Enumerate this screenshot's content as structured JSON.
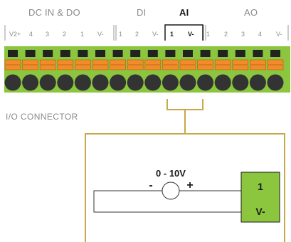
{
  "header": {
    "groups": [
      {
        "label": "DC IN & DO",
        "active": false
      },
      {
        "label": "DI",
        "active": false
      },
      {
        "label": "AI",
        "active": true
      },
      {
        "label": "AO",
        "active": false
      }
    ],
    "pins": [
      {
        "label": "V2+",
        "active": false
      },
      {
        "label": "4",
        "active": false
      },
      {
        "label": "3",
        "active": false
      },
      {
        "label": "2",
        "active": false
      },
      {
        "label": "1",
        "active": false
      },
      {
        "label": "V-",
        "active": false
      },
      {
        "label": "1",
        "active": false
      },
      {
        "label": "2",
        "active": false
      },
      {
        "label": "V-",
        "active": false
      },
      {
        "label": "1",
        "active": true
      },
      {
        "label": "V-",
        "active": true
      },
      {
        "label": "1",
        "active": false
      },
      {
        "label": "2",
        "active": false
      },
      {
        "label": "3",
        "active": false
      },
      {
        "label": "4",
        "active": false
      },
      {
        "label": "V-",
        "active": false
      }
    ]
  },
  "connector": {
    "caption": "I/O CONNECTOR",
    "terminal_count": 16,
    "colors": {
      "body": "#8cc63f",
      "latch": "#f08c2a",
      "screw": "#333333",
      "slot": "#222222",
      "bracket": "#c8a84b"
    }
  },
  "wiring": {
    "source_label": "0 - 10V",
    "minus_sign": "-",
    "plus_sign": "+",
    "module_pin_top": "1",
    "module_pin_bottom": "V-",
    "module_color": "#8cc63f"
  }
}
